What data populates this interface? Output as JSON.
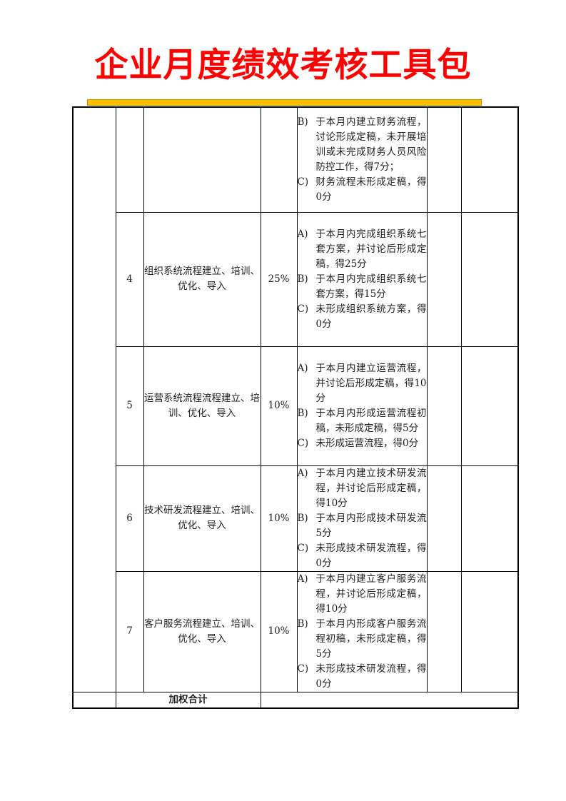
{
  "header": {
    "title": "企业月度绩效考核工具包",
    "title_color": "#ff0000",
    "bar_color": "#ffc000"
  },
  "table": {
    "rows": [
      {
        "no": "",
        "item": "",
        "weight": "",
        "criteria": [
          {
            "label": "B)",
            "text": "于本月内建立财务流程，讨论形成定稿，未开展培训或未完成财务人员风险防控工作，得7分；"
          },
          {
            "label": "C)",
            "text": "财务流程未形成定稿，得0分"
          }
        ]
      },
      {
        "no": "4",
        "item": "组织系统流程建立、培训、优化、导入",
        "weight": "25%",
        "criteria": [
          {
            "label": "A)",
            "text": "于本月内完成组织系统七套方案，并讨论后形成定稿，得25分"
          },
          {
            "label": "B)",
            "text": "于本月内完成组织系统七套方案，得15分"
          },
          {
            "label": "C)",
            "text": "未形成组织系统方案，得0分"
          }
        ]
      },
      {
        "no": "5",
        "item": "运营系统流程流程建立、培训、优化、导入",
        "weight": "10%",
        "criteria": [
          {
            "label": "A)",
            "text": "于本月内建立运营流程，并讨论后形成定稿，得10分"
          },
          {
            "label": "B)",
            "text": "于本月内形成运营流程初稿，未形成定稿，得5分"
          },
          {
            "label": "C)",
            "text": "未形成运营流程，得0分"
          }
        ]
      },
      {
        "no": "6",
        "item": "技术研发流程建立、培训、优化、导入",
        "weight": "10%",
        "criteria": [
          {
            "label": "A)",
            "text": "于本月内建立技术研发流程，并讨论后形成定稿，得10分"
          },
          {
            "label": "B)",
            "text": "于本月内形成技术研发流5分"
          },
          {
            "label": "C)",
            "text": "未形成技术研发流程，得0分"
          }
        ]
      },
      {
        "no": "7",
        "item": "客户服务流程建立、培训、优化、导入",
        "weight": "10%",
        "criteria": [
          {
            "label": "A)",
            "text": "于本月内建立客户服务流程，并讨论后形成定稿，得10分"
          },
          {
            "label": "B)",
            "text": "于本月内形成客户服务流程初稿，未形成定稿，得5分"
          },
          {
            "label": "C)",
            "text": "未形成技术研发流程，得0分"
          }
        ]
      }
    ],
    "total_label": "加权合计",
    "total_value": ""
  }
}
